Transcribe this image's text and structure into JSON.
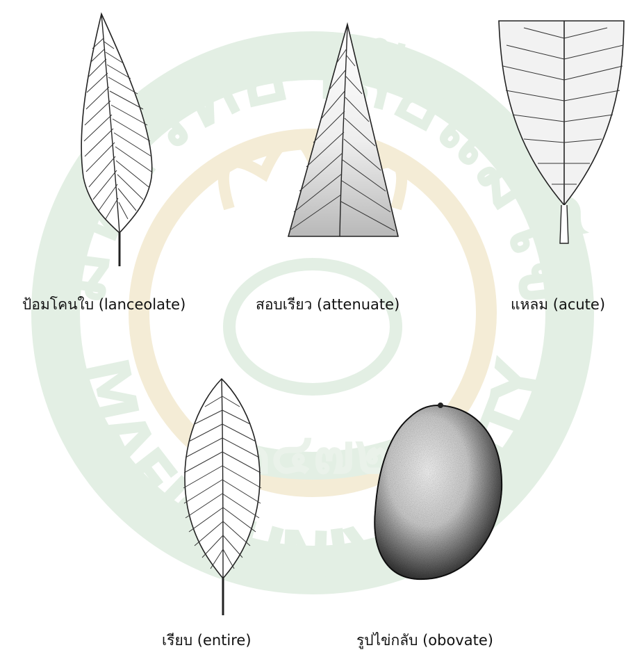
{
  "watermark": {
    "arc_text": "มหาวิทยาลัยแม่โจ้",
    "english_text": "MAEJO UNIVERSITY",
    "year_mark": "๒๔๗๒",
    "colors": {
      "green": "#e3efe4",
      "gold": "#f4ecd6"
    }
  },
  "figures": [
    {
      "id": "lanceolate",
      "icon": "lanceolate-leaf-icon",
      "caption": "ป้อมโคนใบ (lanceolate)"
    },
    {
      "id": "attenuate",
      "icon": "attenuate-leaf-icon",
      "caption": "สอบเรียว (attenuate)"
    },
    {
      "id": "acute",
      "icon": "acute-leaf-icon",
      "caption": "แหลม (acute)"
    },
    {
      "id": "entire",
      "icon": "entire-leaf-icon",
      "caption": "เรียบ (entire)"
    },
    {
      "id": "obovate",
      "icon": "obovate-shape-icon",
      "caption": "รูปไข่กลับ (obovate)"
    }
  ]
}
